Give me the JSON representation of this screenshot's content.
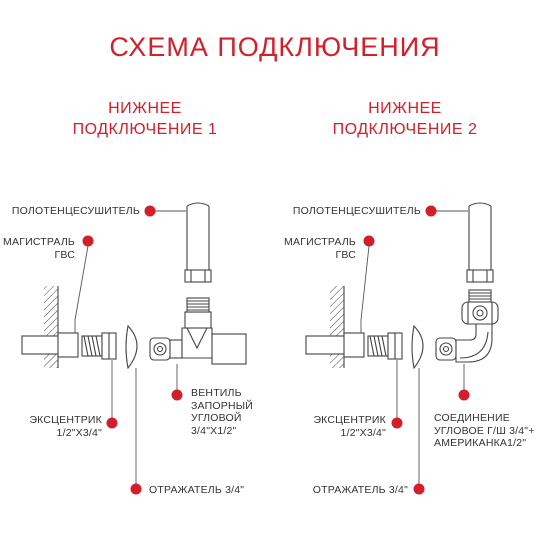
{
  "title": "СХЕМА ПОДКЛЮЧЕНИЯ",
  "colors": {
    "accent": "#d21f2a",
    "line": "#444444",
    "dot": "#d21f2a"
  },
  "variant1": {
    "title_line1": "НИЖНЕЕ",
    "title_line2": "ПОДКЛЮЧЕНИЕ 1",
    "towel_dryer": "ПОЛОТЕНЦЕСУШИТЕЛЬ",
    "main_line1": "МАГИСТРАЛЬ",
    "main_line2": "ГВС",
    "valve_line1": "ВЕНТИЛЬ",
    "valve_line2": "ЗАПОРНЫЙ",
    "valve_line3": "УГЛОВОЙ",
    "valve_line4": "3/4\"Х1/2\"",
    "eccentric_line1": "ЭКСЦЕНТРИК",
    "eccentric_line2": "1/2\"Х3/4\"",
    "reflector": "ОТРАЖАТЕЛЬ 3/4\""
  },
  "variant2": {
    "title_line1": "НИЖНЕЕ",
    "title_line2": "ПОДКЛЮЧЕНИЕ 2",
    "towel_dryer": "ПОЛОТЕНЦЕСУШИТЕЛЬ",
    "main_line1": "МАГИСТРАЛЬ",
    "main_line2": "ГВС",
    "connection_line1": "СОЕДИНЕНИЕ",
    "connection_line2": "УГЛОВОЕ Г/Ш 3/4\"+",
    "connection_line3": "АМЕРИКАНКА1/2\"",
    "eccentric_line1": "ЭКСЦЕНТРИК",
    "eccentric_line2": "1/2\"Х3/4\"",
    "reflector": "ОТРАЖАТЕЛЬ 3/4\""
  }
}
